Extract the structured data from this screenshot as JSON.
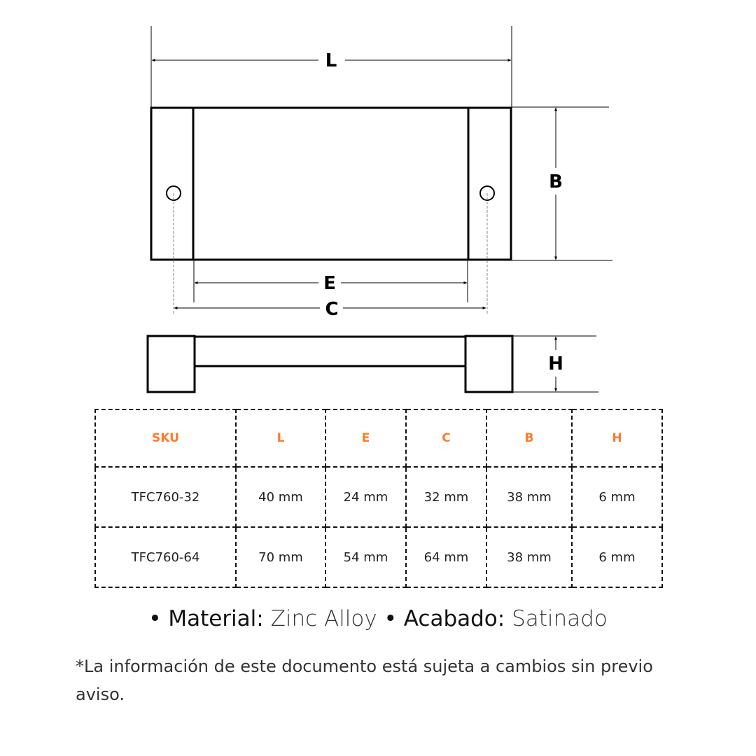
{
  "diagram": {
    "labels": {
      "L": "L",
      "B": "B",
      "E": "E",
      "C": "C",
      "H": "H"
    }
  },
  "table": {
    "headers": [
      "SKU",
      "L",
      "E",
      "C",
      "B",
      "H"
    ],
    "rows": [
      [
        "TFC760-32",
        "40 mm",
        "24 mm",
        "32 mm",
        "38 mm",
        "6 mm"
      ],
      [
        "TFC760-64",
        "70 mm",
        "54 mm",
        "64 mm",
        "38 mm",
        "6 mm"
      ]
    ]
  },
  "specs": {
    "bullet": "•",
    "material_label": "Material:",
    "material_value": "Zinc Alloy",
    "finish_label": "Acabado:",
    "finish_value": "Satinado"
  },
  "note": "*La información de este documento está sujeta a cambios sin previo aviso.",
  "colors": {
    "accent": "#ff7a2a"
  }
}
